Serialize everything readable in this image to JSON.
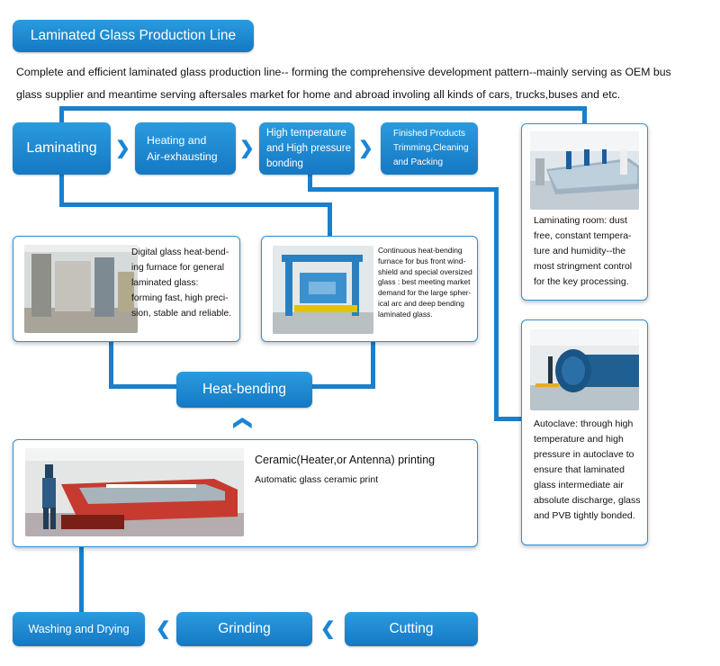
{
  "header": {
    "title": "Laminated Glass Production Line",
    "intro_line1": "Complete and efficient laminated glass production line-- forming the comprehensive development pattern--mainly serving as OEM bus",
    "intro_line2": "glass supplier and meantime serving aftersales market for home and abroad involing all kinds of cars, trucks,buses and etc."
  },
  "top_flow": {
    "laminating": "Laminating",
    "heating_line1": "Heating and",
    "heating_line2": "Air-exhausting",
    "highpressure_line1": "High temperature",
    "highpressure_line2": "and High pressure",
    "highpressure_line3": "bonding",
    "finished_line1": "Finished Products",
    "finished_line2": "Trimming,Cleaning",
    "finished_line3": "and Packing"
  },
  "laminating_room": {
    "line1": "Laminating room: dust",
    "line2": "free, constant tempera-",
    "line3": "ture and humidity--the",
    "line4": "most stringment control",
    "line5": "for the key processing."
  },
  "autoclave": {
    "line1": "Autoclave: through high",
    "line2": "temperature and high",
    "line3": "pressure in autoclave to",
    "line4": "ensure that laminated",
    "line5": "glass intermediate air",
    "line6": "absolute discharge, glass",
    "line7": "and PVB tightly bonded."
  },
  "digital_furnace": {
    "line1": "Digital glass heat-bend-",
    "line2": "ing furnace for general",
    "line3": "laminated glass:",
    "line4": "forming fast, high preci-",
    "line5": "sion, stable and reliable."
  },
  "continuous_furnace": {
    "line1": "Continuous heat-bending",
    "line2": "furnace for bus front wind-",
    "line3": "shield  and special oversized",
    "line4": "glass : best meeting market",
    "line5": "demand for the large spher-",
    "line6": "ical arc and  deep bending",
    "line7": "laminated glass."
  },
  "heat_bending": {
    "label": "Heat-bending"
  },
  "ceramic": {
    "title": "Ceramic(Heater,or Antenna) printing",
    "subtitle": "Automatic glass ceramic print"
  },
  "bottom_flow": {
    "washing": "Washing and Drying",
    "grinding": "Grinding",
    "cutting": "Cutting"
  },
  "colors": {
    "accent": "#1a7fcd",
    "button": "#1f8ad6"
  }
}
